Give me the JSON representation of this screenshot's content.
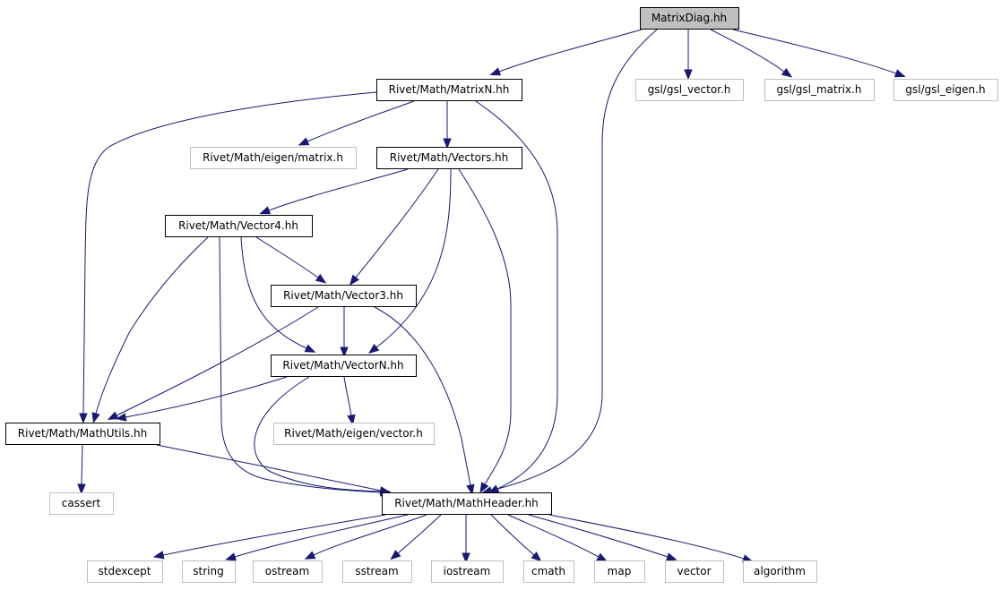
{
  "colors": {
    "edge": "#191970",
    "node_border": "#000000",
    "system_border": "#bfbfbf",
    "root_fill": "#bfbfbf",
    "node_fill": "#ffffff"
  },
  "nodes": [
    {
      "id": "matrixdiag",
      "label": "MatrixDiag.hh",
      "kind": "root"
    },
    {
      "id": "matrixn",
      "label": "Rivet/Math/MatrixN.hh",
      "kind": "local"
    },
    {
      "id": "gsl_vector",
      "label": "gsl/gsl_vector.h",
      "kind": "system"
    },
    {
      "id": "gsl_matrix",
      "label": "gsl/gsl_matrix.h",
      "kind": "system"
    },
    {
      "id": "gsl_eigen",
      "label": "gsl/gsl_eigen.h",
      "kind": "system"
    },
    {
      "id": "eigen_matrix",
      "label": "Rivet/Math/eigen/matrix.h",
      "kind": "system"
    },
    {
      "id": "vectors",
      "label": "Rivet/Math/Vectors.hh",
      "kind": "local"
    },
    {
      "id": "vector4",
      "label": "Rivet/Math/Vector4.hh",
      "kind": "local"
    },
    {
      "id": "vector3",
      "label": "Rivet/Math/Vector3.hh",
      "kind": "local"
    },
    {
      "id": "vectorn",
      "label": "Rivet/Math/VectorN.hh",
      "kind": "local"
    },
    {
      "id": "eigen_vector",
      "label": "Rivet/Math/eigen/vector.h",
      "kind": "system"
    },
    {
      "id": "mathutils",
      "label": "Rivet/Math/MathUtils.hh",
      "kind": "local"
    },
    {
      "id": "cassert",
      "label": "cassert",
      "kind": "system"
    },
    {
      "id": "mathheader",
      "label": "Rivet/Math/MathHeader.hh",
      "kind": "local"
    },
    {
      "id": "stdexcept",
      "label": "stdexcept",
      "kind": "system"
    },
    {
      "id": "string",
      "label": "string",
      "kind": "system"
    },
    {
      "id": "ostream",
      "label": "ostream",
      "kind": "system"
    },
    {
      "id": "sstream",
      "label": "sstream",
      "kind": "system"
    },
    {
      "id": "iostream",
      "label": "iostream",
      "kind": "system"
    },
    {
      "id": "cmath",
      "label": "cmath",
      "kind": "system"
    },
    {
      "id": "map",
      "label": "map",
      "kind": "system"
    },
    {
      "id": "vector",
      "label": "vector",
      "kind": "system"
    },
    {
      "id": "algorithm",
      "label": "algorithm",
      "kind": "system"
    }
  ],
  "edges": [
    {
      "from": "matrixdiag",
      "to": "matrixn"
    },
    {
      "from": "matrixdiag",
      "to": "mathheader"
    },
    {
      "from": "matrixdiag",
      "to": "gsl_vector"
    },
    {
      "from": "matrixdiag",
      "to": "gsl_matrix"
    },
    {
      "from": "matrixdiag",
      "to": "gsl_eigen"
    },
    {
      "from": "matrixn",
      "to": "mathutils"
    },
    {
      "from": "matrixn",
      "to": "eigen_matrix"
    },
    {
      "from": "matrixn",
      "to": "vectors"
    },
    {
      "from": "matrixn",
      "to": "mathheader"
    },
    {
      "from": "vectors",
      "to": "vector4"
    },
    {
      "from": "vectors",
      "to": "vector3"
    },
    {
      "from": "vectors",
      "to": "vectorn"
    },
    {
      "from": "vectors",
      "to": "mathheader"
    },
    {
      "from": "vector4",
      "to": "mathutils"
    },
    {
      "from": "vector4",
      "to": "mathheader"
    },
    {
      "from": "vector4",
      "to": "vector3"
    },
    {
      "from": "vector4",
      "to": "vectorn"
    },
    {
      "from": "vector3",
      "to": "mathutils"
    },
    {
      "from": "vector3",
      "to": "vectorn"
    },
    {
      "from": "vector3",
      "to": "mathheader"
    },
    {
      "from": "vectorn",
      "to": "mathutils"
    },
    {
      "from": "vectorn",
      "to": "mathheader"
    },
    {
      "from": "vectorn",
      "to": "eigen_vector"
    },
    {
      "from": "mathutils",
      "to": "cassert"
    },
    {
      "from": "mathutils",
      "to": "mathheader"
    },
    {
      "from": "mathheader",
      "to": "stdexcept"
    },
    {
      "from": "mathheader",
      "to": "string"
    },
    {
      "from": "mathheader",
      "to": "ostream"
    },
    {
      "from": "mathheader",
      "to": "sstream"
    },
    {
      "from": "mathheader",
      "to": "iostream"
    },
    {
      "from": "mathheader",
      "to": "cmath"
    },
    {
      "from": "mathheader",
      "to": "map"
    },
    {
      "from": "mathheader",
      "to": "vector"
    },
    {
      "from": "mathheader",
      "to": "algorithm"
    }
  ]
}
